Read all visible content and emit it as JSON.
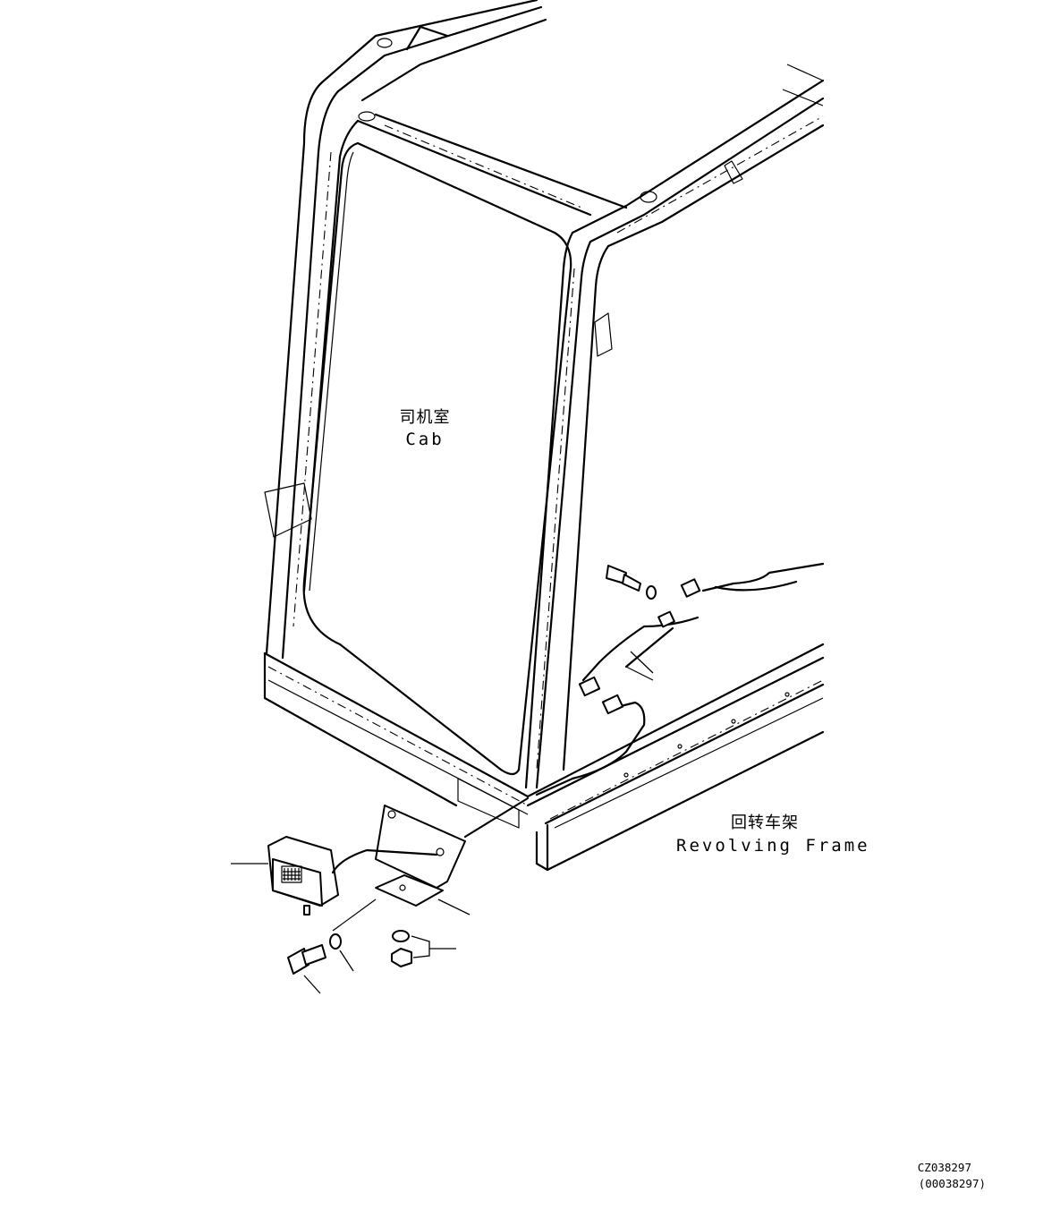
{
  "labels": {
    "cab_cn": "司机室",
    "cab_en": "Cab",
    "frame_cn": "回转车架",
    "frame_en": "Revolving Frame"
  },
  "drawing_code": {
    "line1": "CZ038297",
    "line2": "(00038297)"
  },
  "parts": [
    "work-lamp",
    "lamp-bracket",
    "bolt",
    "washer",
    "nut",
    "lock-washer",
    "wiring-harness",
    "harness-connector"
  ]
}
